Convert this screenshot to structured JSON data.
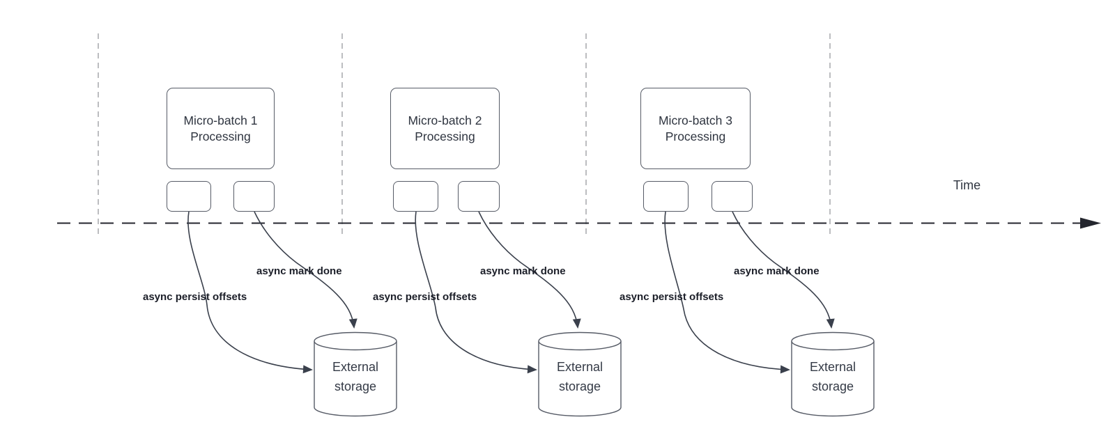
{
  "axis": {
    "time_label": "Time"
  },
  "batches": [
    {
      "processing_label": "Micro-batch 1 Processing",
      "persist_label": "async persist offsets",
      "mark_done_label": "async mark done",
      "storage_label": "External storage"
    },
    {
      "processing_label": "Micro-batch 2 Processing",
      "persist_label": "async persist offsets",
      "mark_done_label": "async mark done",
      "storage_label": "External storage"
    },
    {
      "processing_label": "Micro-batch 3 Processing",
      "persist_label": "async persist offsets",
      "mark_done_label": "async mark done",
      "storage_label": "External storage"
    }
  ],
  "colors": {
    "background": "#ffffff",
    "shape_stroke": "#565b66",
    "arrow_stroke": "#3a404c",
    "axis_stroke": "#24262e",
    "divider_stroke": "#a5a7ab",
    "label_text": "#1b1e28",
    "shape_text": "#2f3540"
  }
}
